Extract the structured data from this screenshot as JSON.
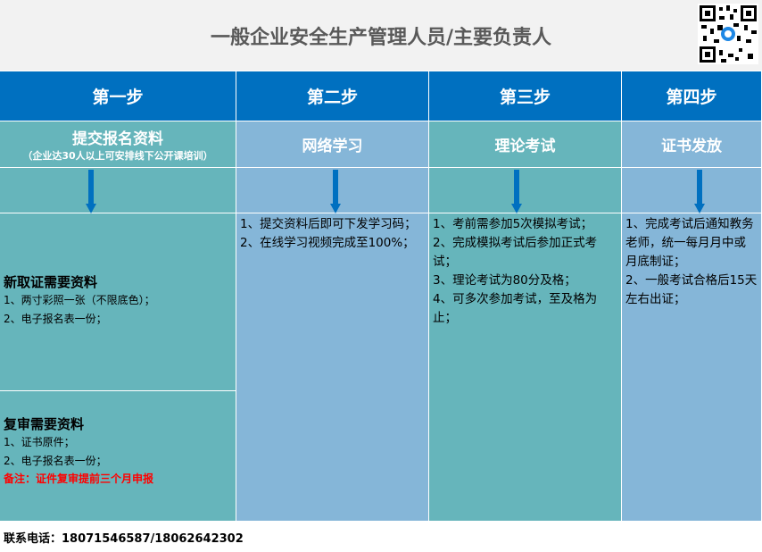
{
  "title": "一般企业安全生产管理人员/主要负责人",
  "steps": [
    {
      "label": "第一步",
      "sub": "提交报名资料",
      "note": "（企业达30人以上可安排线下公开课培训）"
    },
    {
      "label": "第二步",
      "sub": "网络学习"
    },
    {
      "label": "第三步",
      "sub": "理论考试"
    },
    {
      "label": "第四步",
      "sub": "证书发放"
    }
  ],
  "step1": {
    "new_title": "新取证需要资料",
    "new_items": [
      "1、两寸彩照一张（不限底色）；",
      "2、电子报名表一份；"
    ],
    "renew_title": "复审需要资料",
    "renew_items": [
      "1、证书原件；",
      "2、电子报名表一份；"
    ],
    "renew_note": "备注：证件复审提前三个月申报"
  },
  "step2": {
    "text": "1、提交资料后即可下发学习码；\n2、在线学习视频完成至100%；"
  },
  "step3": {
    "text": "1、考前需参加5次模拟考试；\n2、完成模拟考试后参加正式考试；\n3、理论考试为80分及格；\n4、可多次参加考试，至及格为止；"
  },
  "step4": {
    "text": "1、完成考试后通知教务老师，统一每月月中或月底制证；\n2、一般考试合格后15天左右出证；"
  },
  "contact": "联系电话：18071546587/18062642302",
  "colors": {
    "header_blue": "#0070c0",
    "teal": "#66b5bb",
    "light_blue": "#85b6d8",
    "note_red": "#ff0000"
  }
}
